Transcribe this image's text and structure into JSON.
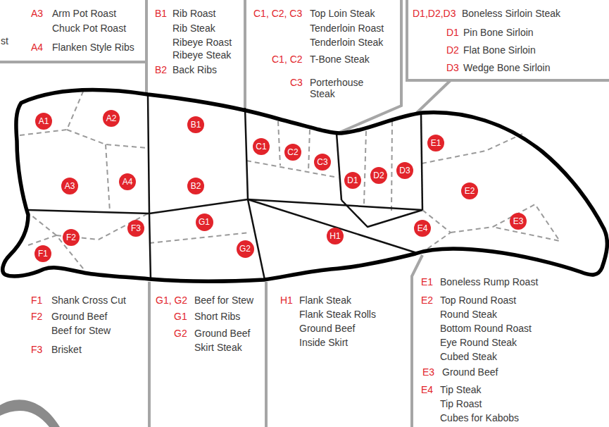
{
  "diagram": {
    "nodes": [
      {
        "text": [
          "A1"
        ]
      },
      {
        "text": [
          "A2"
        ]
      },
      {
        "text": [
          "B1"
        ]
      },
      {
        "text": [
          "E1"
        ]
      },
      {
        "text": [
          "C1"
        ]
      },
      {
        "text": [
          "C2"
        ]
      },
      {
        "text": [
          "C3"
        ]
      },
      {
        "text": [
          "D3"
        ]
      },
      {
        "text": [
          "D2"
        ]
      },
      {
        "text": [
          "D1"
        ]
      },
      {
        "text": [
          "A4"
        ]
      },
      {
        "text": [
          "A3"
        ]
      },
      {
        "text": [
          "B2"
        ]
      },
      {
        "text": [
          "E2"
        ]
      },
      {
        "text": [
          "G1"
        ]
      },
      {
        "text": [
          "E3"
        ]
      },
      {
        "text": [
          "F3"
        ]
      },
      {
        "text": [
          "E4"
        ]
      },
      {
        "text": [
          "H1"
        ]
      },
      {
        "text": [
          "F2"
        ]
      },
      {
        "text": [
          "G2"
        ]
      },
      {
        "text": [
          "F1"
        ]
      }
    ],
    "labels": [
      "st",
      "A3",
      "Arm Pot Roast",
      "Chuck Pot Roast",
      "A4",
      "Flanken Style Ribs",
      "B1",
      "Rib Roast",
      "Rib Steak",
      "Ribeye Roast",
      "Ribeye Steak",
      "B2",
      "Back Ribs",
      "C1, C2, C3",
      "Top Loin Steak",
      "Tenderloin Roast",
      "Tenderloin Steak",
      "C1, C2",
      "T-Bone Steak",
      "C3",
      "Porterhouse Steak",
      "D1,D2,D3",
      "Boneless Sirloin Steak",
      "D1",
      "Pin Bone Sirloin",
      "D2",
      "Flat Bone Sirloin",
      "D3",
      "Wedge Bone Sirloin",
      "F1",
      "Shank Cross Cut",
      "F2",
      "Ground Beef",
      "Beef for Stew",
      "F3",
      "Brisket",
      "G1, G2",
      "Beef for Stew",
      "G1",
      "Short Ribs",
      "G2",
      "Ground Beef",
      "Skirt Steak",
      "H1",
      "Flank Steak",
      "Flank Steak Rolls",
      "Ground Beef",
      "Inside Skirt",
      "E1",
      "Boneless Rump Roast",
      "E2",
      "Top Round Roast",
      "Round Steak",
      "Bottom Round Roast",
      "Eye Round Steak",
      "Cubed Steak",
      "E3",
      "Ground Beef",
      "E4",
      "Tip Steak",
      "Tip Roast",
      "Cubes for Kabobs"
    ]
  }
}
